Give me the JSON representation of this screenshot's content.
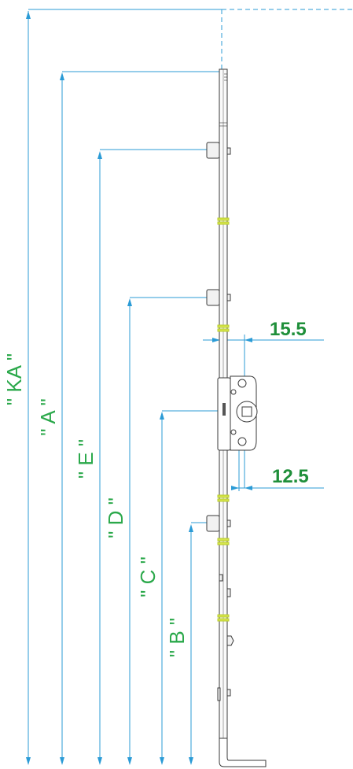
{
  "colors": {
    "dimension_line": "#2b9bd6",
    "label_text": "#2aa84a",
    "value_text": "#1f8f3a",
    "hardware_stroke": "#3a3a3a",
    "hardware_fill": "#f2f2f2",
    "gasket_band": "#d6e64a"
  },
  "dimensions": {
    "ka": "\" KA \"",
    "a": "\" A \"",
    "e": "\" E \"",
    "d": "\" D \"",
    "c": "\" C \"",
    "b": "\" B \""
  },
  "offsets": {
    "top": "15.5",
    "bottom": "12.5"
  }
}
